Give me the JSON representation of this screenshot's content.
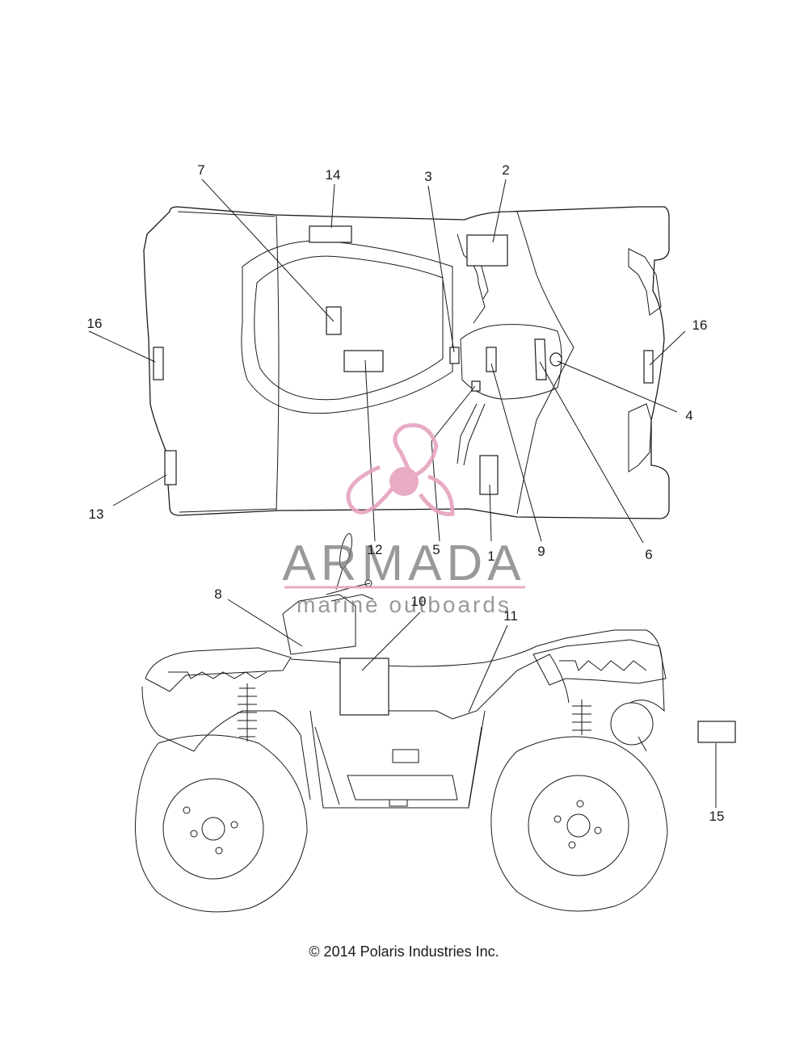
{
  "labels": {
    "n1": "1",
    "n2": "2",
    "n3": "3",
    "n4": "4",
    "n5": "5",
    "n6": "6",
    "n7": "7",
    "n8": "8",
    "n9": "9",
    "n10": "10",
    "n11": "11",
    "n12": "12",
    "n13": "13",
    "n14": "14",
    "n15": "15",
    "n16_left": "16",
    "n16_right": "16"
  },
  "watermark": {
    "brand": "ARMADA",
    "tagline": "marine outboards",
    "logo_icon": "propeller-icon",
    "brand_color": "#7a7a7a",
    "accent_color": "#e6a3bf"
  },
  "footer": {
    "copyright": "© 2014 Polaris Industries Inc."
  }
}
